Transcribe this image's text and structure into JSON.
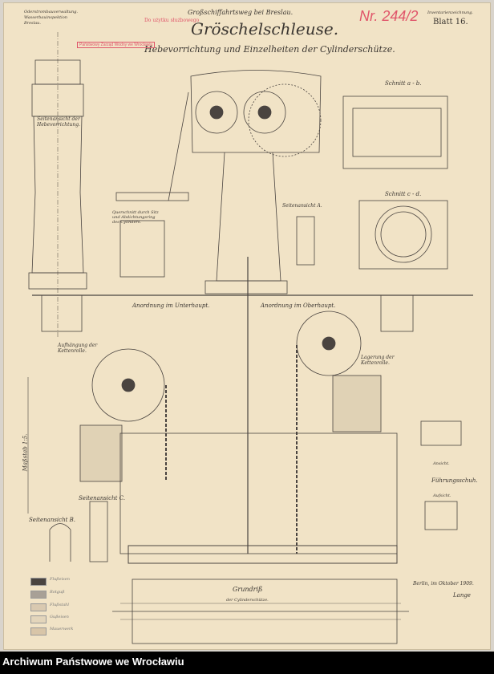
{
  "header": {
    "authority": "Oderstrombauverwaltung. Wasserbauinspektion Breslau.",
    "service_stamp": "Do użytku służbowego",
    "project": "Großschiffahrtsweg bei Breslau.",
    "archive_number": "Nr. 244/2",
    "drawing_type": "Inventarienzeichnung.",
    "sheet": "Blatt 16.",
    "title": "Gröschelschleuse.",
    "subtitle": "Hebevorrichtung und Einzelheiten der Cylinderschütze.",
    "stamp": "Państwowy Zarząd Wodny we Wrocławiu"
  },
  "labels": {
    "side_view_lift": "Seitenansicht der Hebevorrichtung.",
    "cross_section": "Querschnitt durch Sitz und Abdichtungsring des Cylinders.",
    "section_ab": "Schnitt a - b.",
    "section_cd": "Schnitt c - d.",
    "side_view_a": "Seitenansicht A.",
    "arrangement_lower": "Anordnung im Unterhaupt.",
    "arrangement_upper": "Anordnung im Oberhaupt.",
    "suspension": "Aufhängung der Kettenrolle.",
    "bearing": "Lagerung der Kettenrolle.",
    "scale": "Maßstab 1:5.",
    "side_view_b": "Seitenansicht B.",
    "side_view_c": "Seitenansicht C.",
    "plan": "Grundriß",
    "plan_sub": "der Cylinderschütze.",
    "guide_shoe": "Führungsschuh.",
    "front_view": "Ansicht.",
    "top_view": "Aufsicht.",
    "date": "Berlin, im Oktober 1909.",
    "signature": "Lange"
  },
  "legend": [
    {
      "label": "Flußeisen",
      "color": "#4a4440"
    },
    {
      "label": "Rotguß",
      "color": "#a8a096"
    },
    {
      "label": "Flußstahl",
      "color": "#d9c9b0"
    },
    {
      "label": "Gußeisen",
      "color": "#e3d5bb"
    },
    {
      "label": "Mauerwerk",
      "color": "#d8c5a8"
    }
  ],
  "footer": {
    "archive": "Archiwum Państwowe we Wrocławiu"
  }
}
